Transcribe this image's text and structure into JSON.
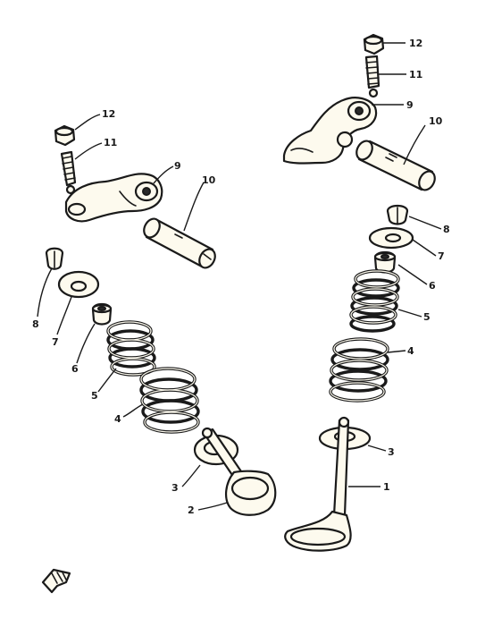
{
  "diagram": {
    "callouts": [
      "1",
      "2",
      "3",
      "4",
      "5",
      "6",
      "7",
      "8",
      "9",
      "10",
      "11",
      "12"
    ]
  },
  "parts": {
    "p1": {
      "label": "1",
      "name": "valve"
    },
    "p2": {
      "label": "2",
      "name": "valve"
    },
    "p3": {
      "label": "3",
      "name": "spring-seat"
    },
    "p4": {
      "label": "4",
      "name": "outer-spring"
    },
    "p5": {
      "label": "5",
      "name": "inner-spring"
    },
    "p6": {
      "label": "6",
      "name": "stem-seal"
    },
    "p7": {
      "label": "7",
      "name": "retainer"
    },
    "p8": {
      "label": "8",
      "name": "cotter"
    },
    "p9": {
      "label": "9",
      "name": "rocker-arm"
    },
    "p10": {
      "label": "10",
      "name": "rocker-shaft"
    },
    "p11": {
      "label": "11",
      "name": "adjuster"
    },
    "p12": {
      "label": "12",
      "name": "locknut"
    }
  },
  "colors": {
    "ink": "#1a1a1a",
    "paper": "#fdfaee",
    "background": "#ffffff"
  }
}
